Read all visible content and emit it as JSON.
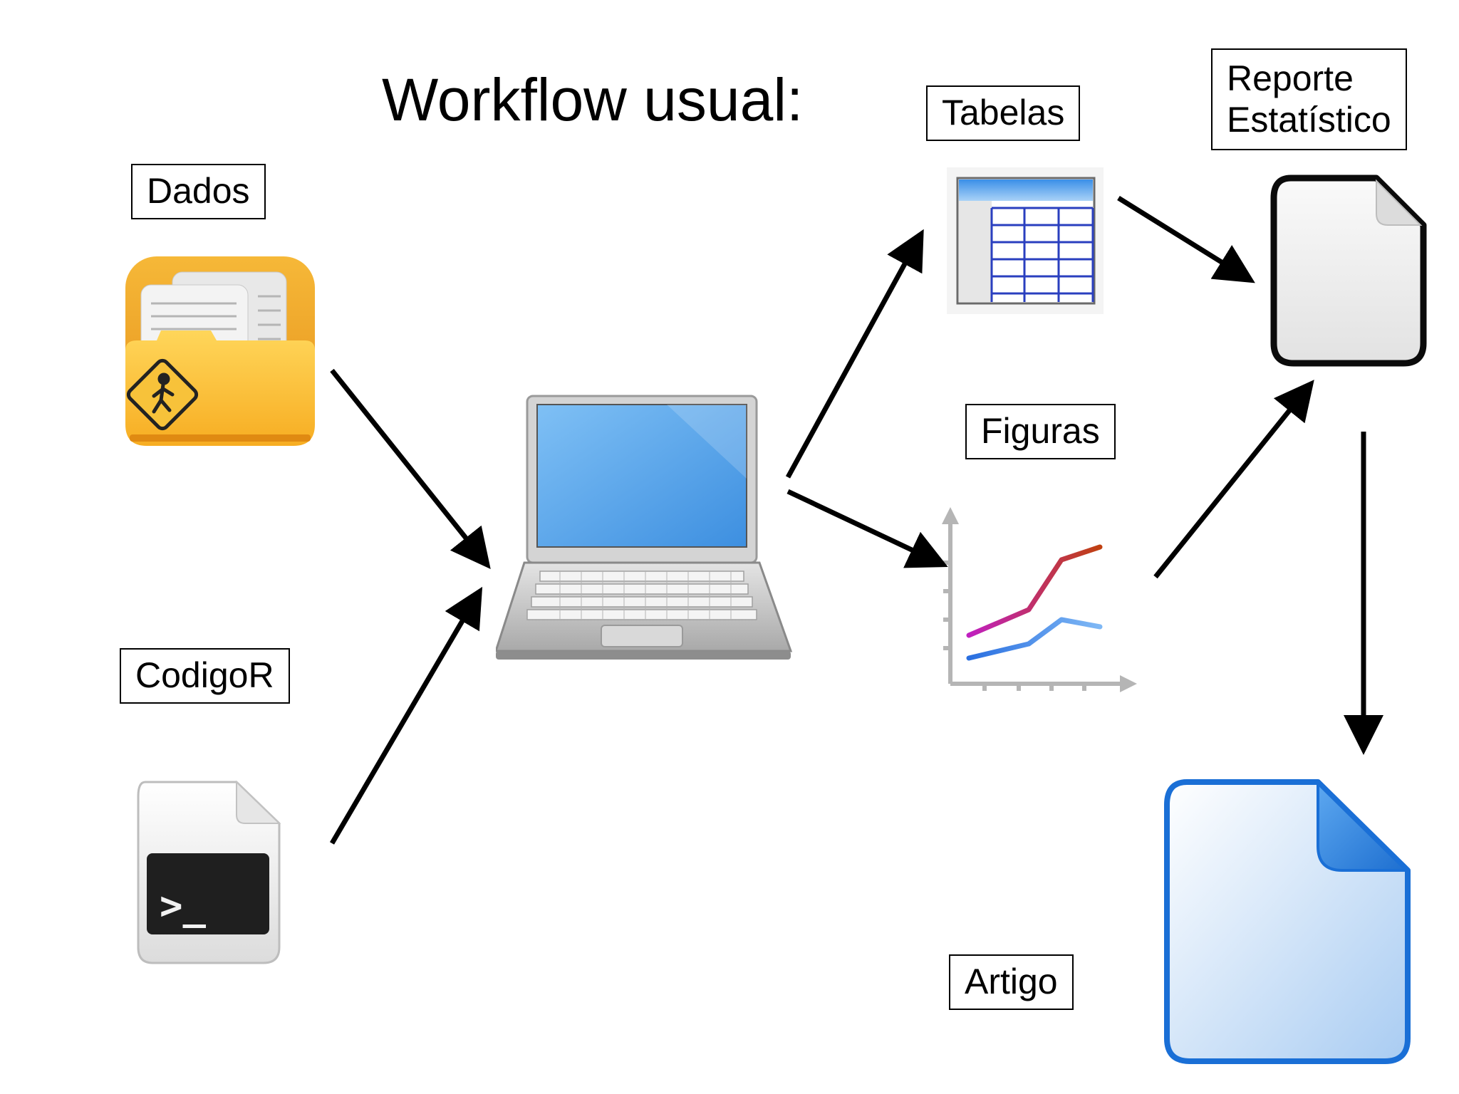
{
  "title": "Workflow usual:",
  "labels": {
    "dados": "Dados",
    "codigor": "CodigoR",
    "tabelas": "Tabelas",
    "figuras": "Figuras",
    "reporte_line1": "Reporte",
    "reporte_line2": "Estatístico",
    "artigo": "Artigo"
  },
  "icons": {
    "dados": "folder-icon",
    "codigor": "terminal-file-icon",
    "computer": "laptop-icon",
    "tabelas": "spreadsheet-icon",
    "figuras": "line-chart-icon",
    "reporte": "document-icon",
    "artigo": "blue-document-icon"
  },
  "terminal_prompt": ">_"
}
